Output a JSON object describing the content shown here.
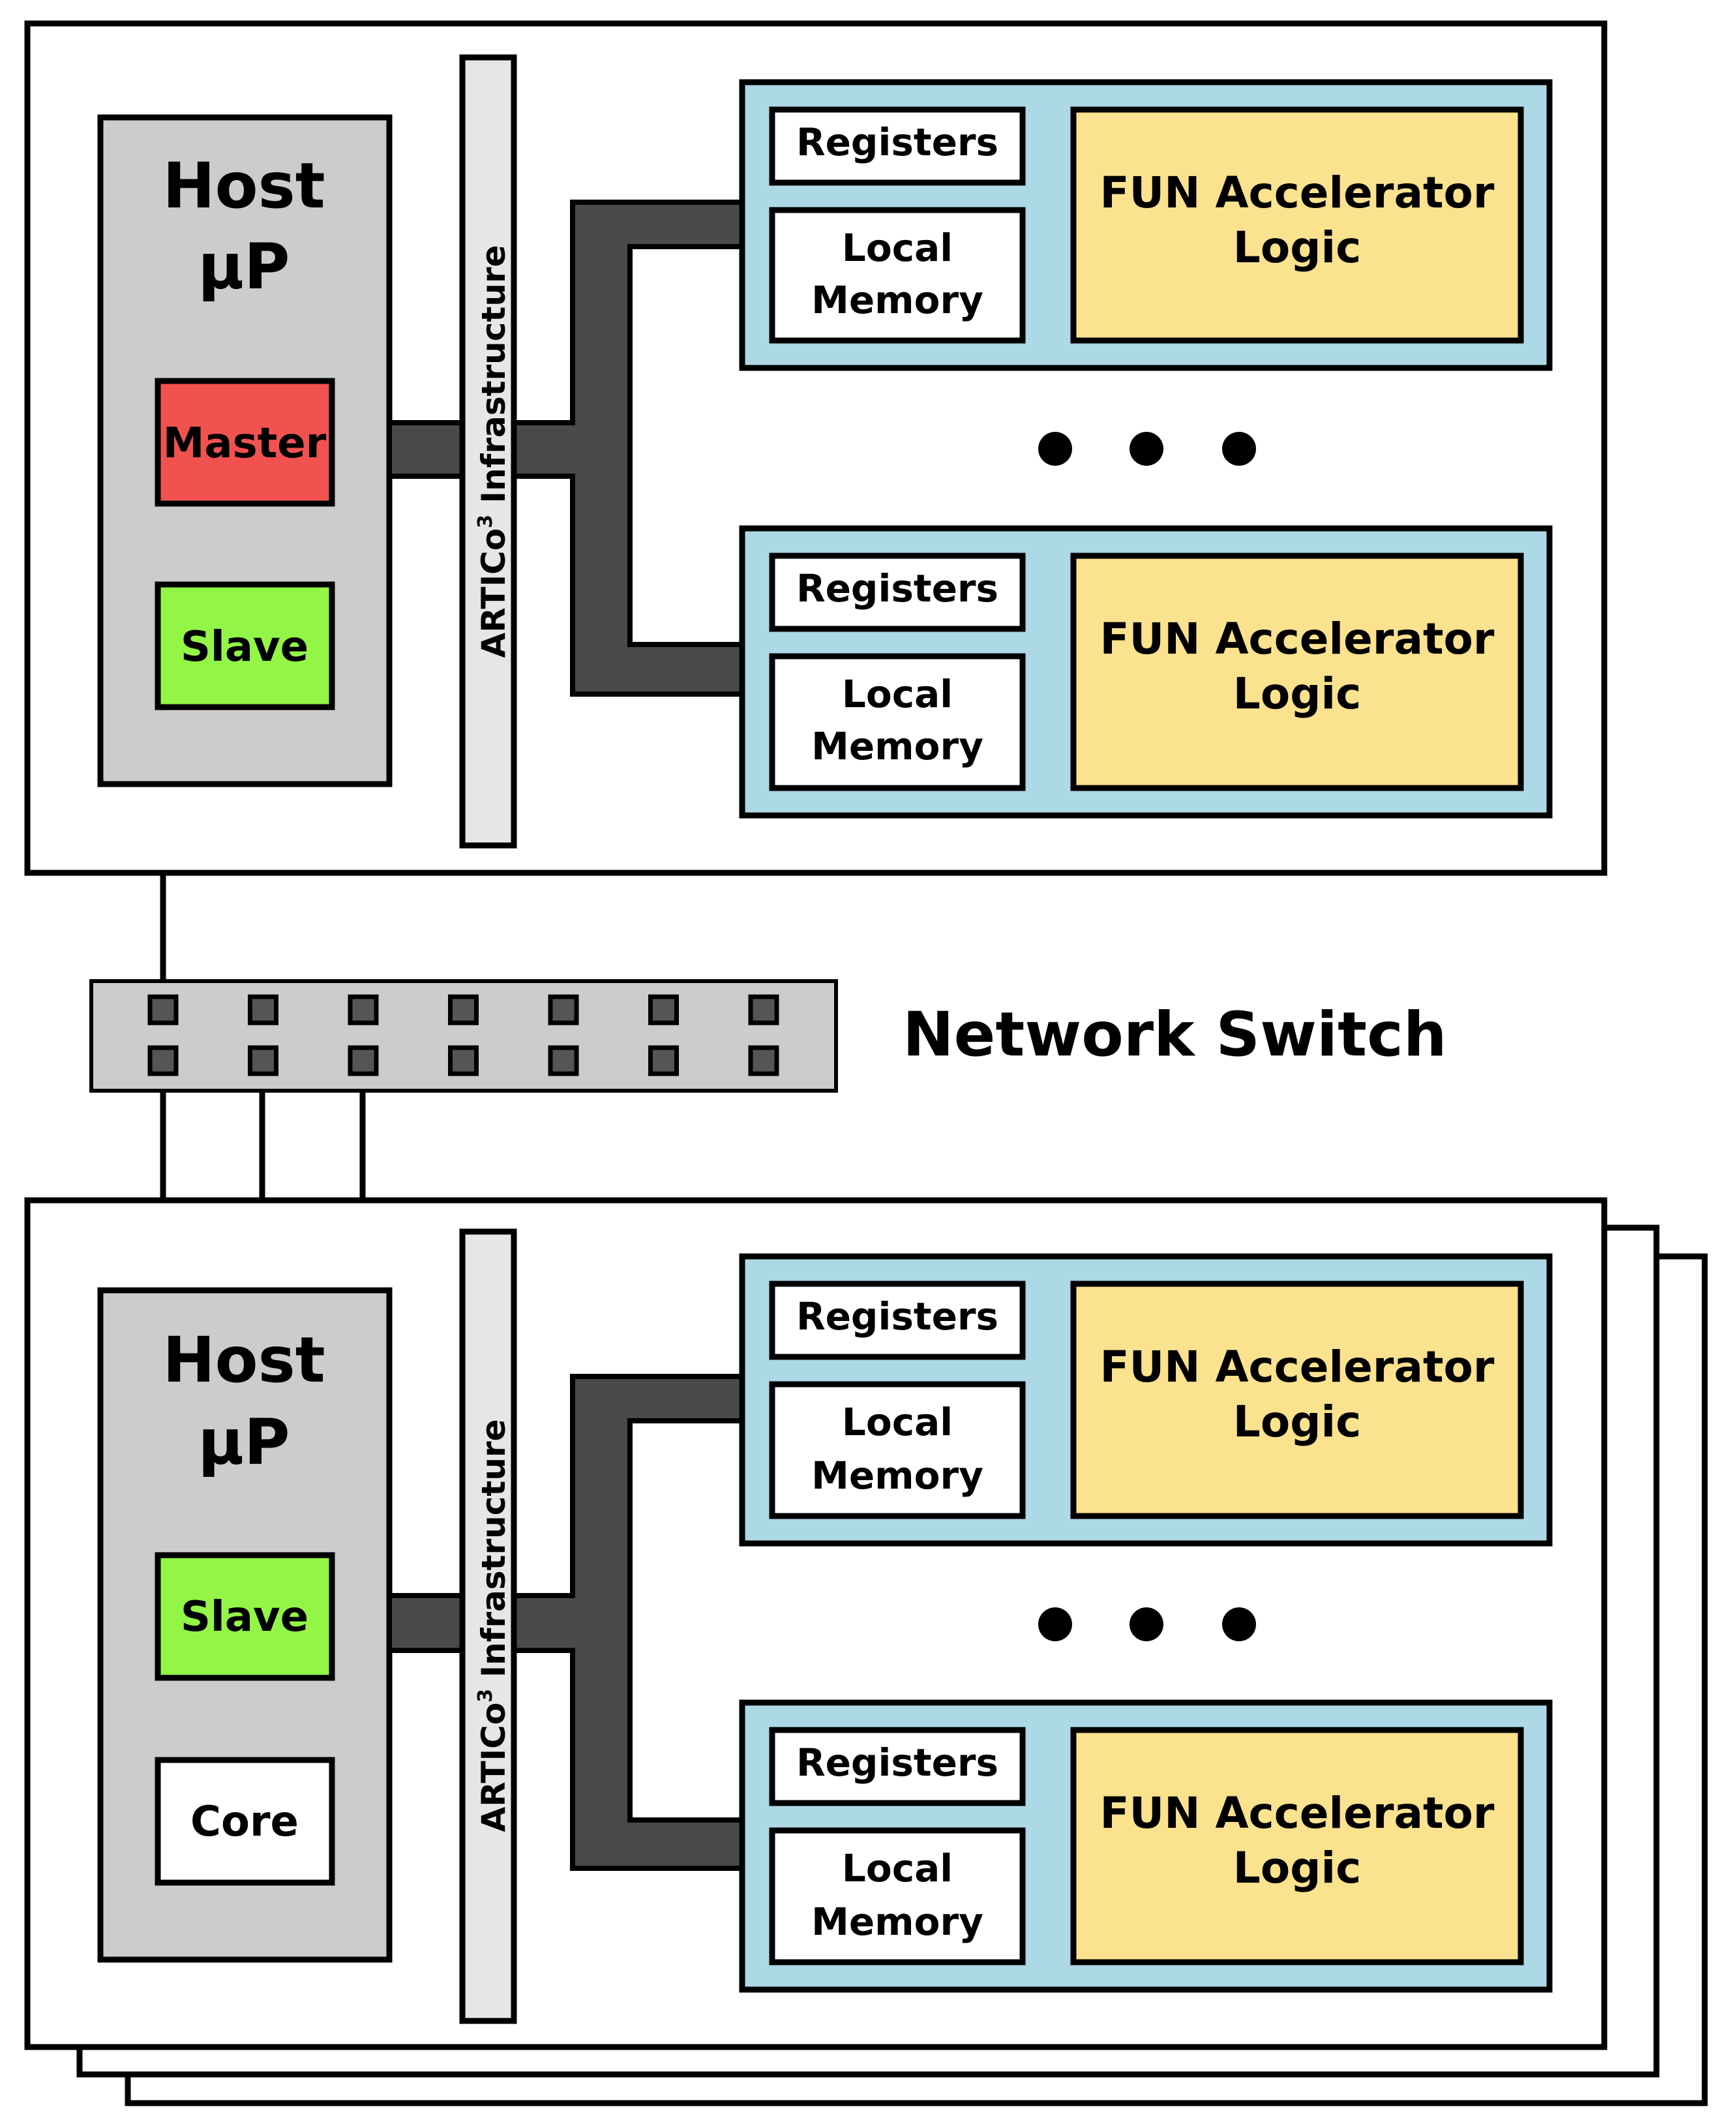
{
  "colors": {
    "board_fill": "#ffffff",
    "host_fill": "#cccccc",
    "master_fill": "#f15250",
    "slave_fill": "#93f545",
    "core_fill": "#ffffff",
    "infra_fill": "#e6e6e6",
    "bus_fill": "#4a4a4a",
    "accel_outer_fill": "#add8e6",
    "accel_logic_fill": "#fbe28f",
    "switch_fill": "#cccccc",
    "port_fill": "#555555",
    "stroke": "#000000"
  },
  "top_board": {
    "host": {
      "title_line1": "Host",
      "title_line2": "µP"
    },
    "master_label": "Master",
    "slave_label": "Slave",
    "infrastructure": {
      "label": "ARTICo",
      "superscript": "3",
      "suffix": " Infrastructure"
    },
    "accelerators": [
      {
        "registers": "Registers",
        "memory_line1": "Local",
        "memory_line2": "Memory",
        "logic_line1": "FUN Accelerator",
        "logic_line2": "Logic"
      },
      {
        "registers": "Registers",
        "memory_line1": "Local",
        "memory_line2": "Memory",
        "logic_line1": "FUN Accelerator",
        "logic_line2": "Logic"
      }
    ]
  },
  "network_switch": {
    "label": "Network Switch",
    "ports_per_row": 7,
    "rows": 2
  },
  "bottom_board": {
    "host": {
      "title_line1": "Host",
      "title_line2": "µP"
    },
    "slave_label": "Slave",
    "core_label": "Core",
    "infrastructure": {
      "label": "ARTICo",
      "superscript": "3",
      "suffix": " Infrastructure"
    },
    "accelerators": [
      {
        "registers": "Registers",
        "memory_line1": "Local",
        "memory_line2": "Memory",
        "logic_line1": "FUN Accelerator",
        "logic_line2": "Logic"
      },
      {
        "registers": "Registers",
        "memory_line1": "Local",
        "memory_line2": "Memory",
        "logic_line1": "FUN Accelerator",
        "logic_line2": "Logic"
      }
    ]
  }
}
